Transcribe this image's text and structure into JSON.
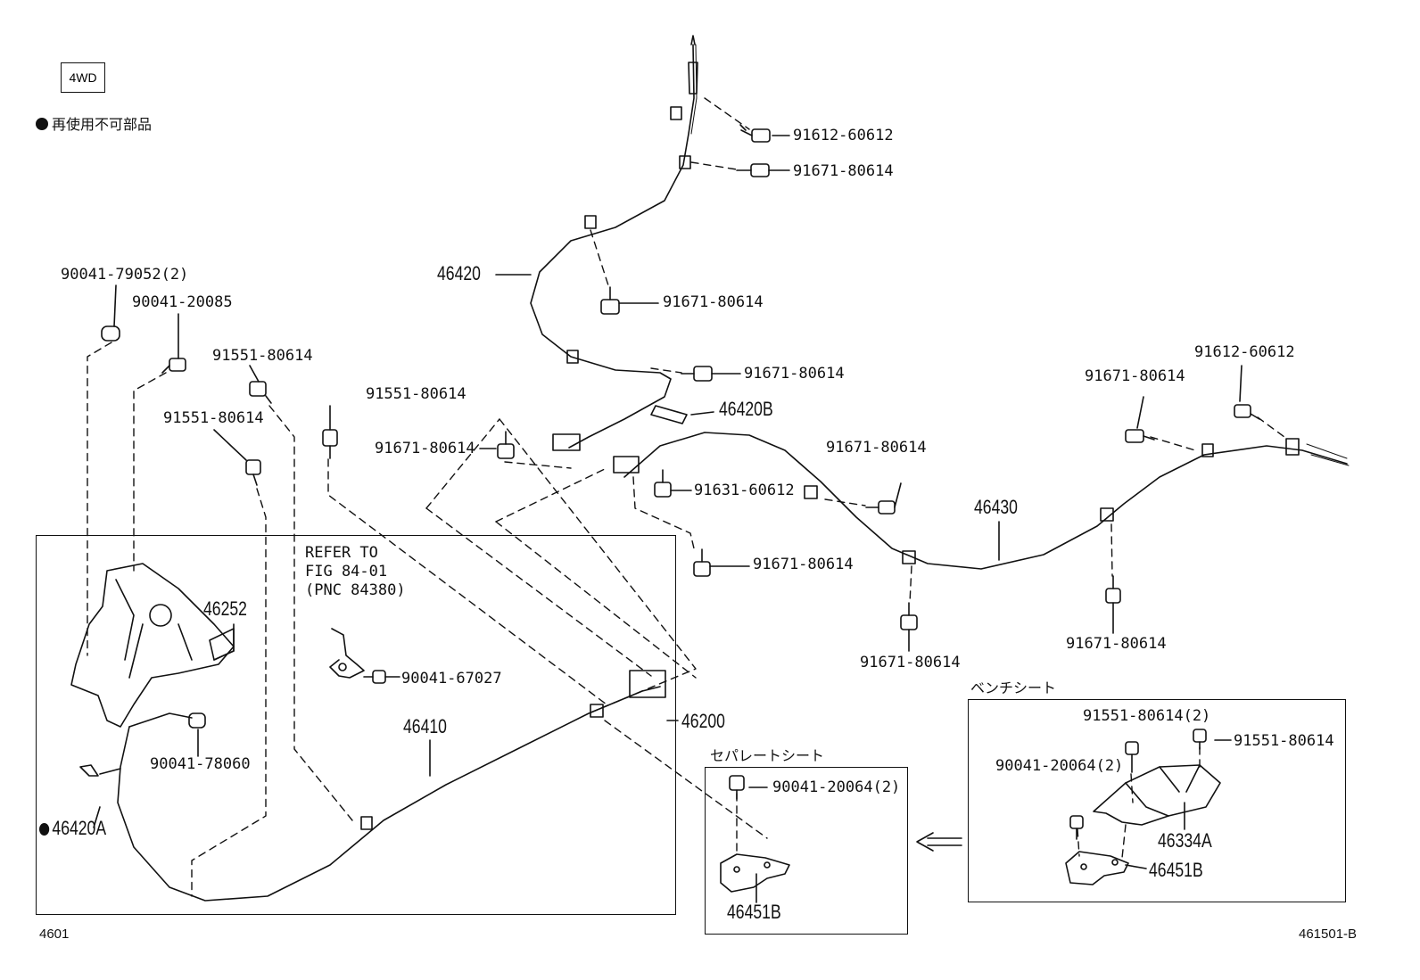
{
  "badge": "4WD",
  "legend": "再使用不可部品",
  "frames": {
    "bench_title": "ベンチシート",
    "separate_title": "セパレートシート"
  },
  "refer": {
    "line1": "REFER TO",
    "line2": "FIG 84-01",
    "line3": "(PNC 84380)"
  },
  "parts": {
    "p46420": "46420",
    "p46420B": "46420B",
    "p46430": "46430",
    "p46252": "46252",
    "p46410": "46410",
    "p46200": "46200",
    "p46420A": "46420A",
    "p46334A": "46334A",
    "p46451B_sep": "46451B",
    "p46451B_bench": "46451B",
    "b91612_top": "91612-60612",
    "b91671_top": "91671-80614",
    "b91671_mid1": "91671-80614",
    "b91671_mid2": "91671-80614",
    "b91671_left": "91671-80614",
    "b91631": "91631-60612",
    "b91671_c1": "91671-80614",
    "b91671_c2": "91671-80614",
    "b91671_c3": "91671-80614",
    "b91671_r1": "91671-80614",
    "b91612_r": "91612-60612",
    "b91671_r2": "91671-80614",
    "n90041_79052": "90041-79052(2)",
    "n90041_20085": "90041-20085",
    "b91551_a": "91551-80614",
    "b91551_b": "91551-80614",
    "b91551_c": "91551-80614",
    "n90041_67027": "90041-67027",
    "n90041_78060": "90041-78060",
    "n90041_20064_sep": "90041-20064(2)",
    "b91551_bench2": "91551-80614(2)",
    "b91551_bench": "91551-80614",
    "n90041_20064_bench": "90041-20064(2)"
  },
  "footer": {
    "left_code": "4601",
    "right_code": "461501-B"
  }
}
